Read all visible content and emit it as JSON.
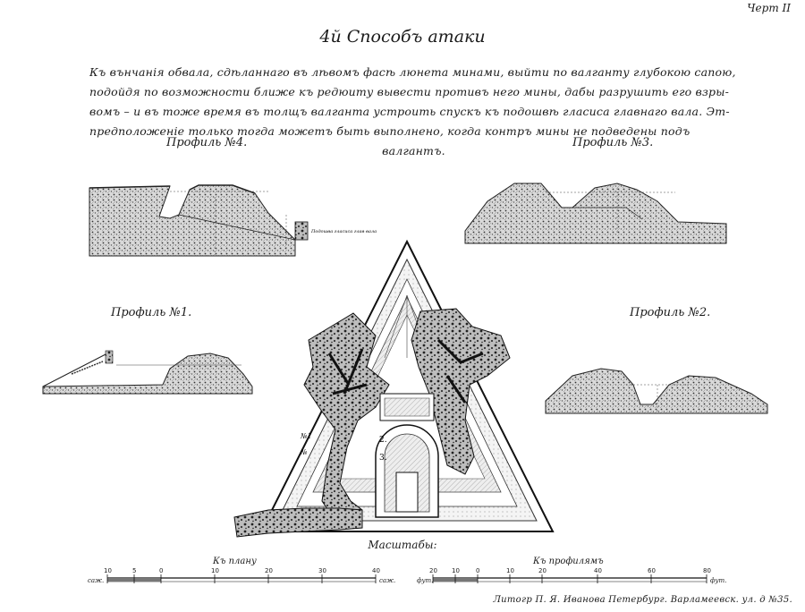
{
  "sheet": "Черт II",
  "title": "4й Способъ атаки",
  "description": [
    "Къ вънчанiя обвала, сдѣланнаго въ лѣвомъ фасѣ люнета минами, выйти по валганту глубокою сапою,",
    "подойдя по возможности ближе къ редюиту вывести противъ него мины, дабы разрушить его взры-",
    "вомъ – и въ тоже время въ толщъ валганта устроить спускъ къ подошвѣ гласиса главнаго вала. Эт-",
    "предположенiе только тогда можетъ быть выполнено, когда контръ мины не подведены подъ",
    "валгантъ."
  ],
  "profiles": {
    "p4": "Профиль №4.",
    "p3": "Профиль №3.",
    "p1": "Профиль №1.",
    "p2": "Профиль №2."
  },
  "profile4_note": "Подошва гласиса глав вала",
  "plan_numbers": [
    "№1",
    "№",
    "2.",
    "3."
  ],
  "scales": {
    "title": "Масштабы:",
    "plan_label": "Къ плану",
    "profiles_label": "Къ профилямъ",
    "plan_ticks": [
      "10",
      "5",
      "0",
      "10",
      "20",
      "30",
      "40"
    ],
    "profile_ticks": [
      "20",
      "10",
      "0",
      "10",
      "20",
      "40",
      "60",
      "80"
    ],
    "plan_unit": "саж.",
    "profile_unit": "фут."
  },
  "imprint": "Литогр П. Я. Иванова Петербург. Варламеевск. ул. д №35."
}
